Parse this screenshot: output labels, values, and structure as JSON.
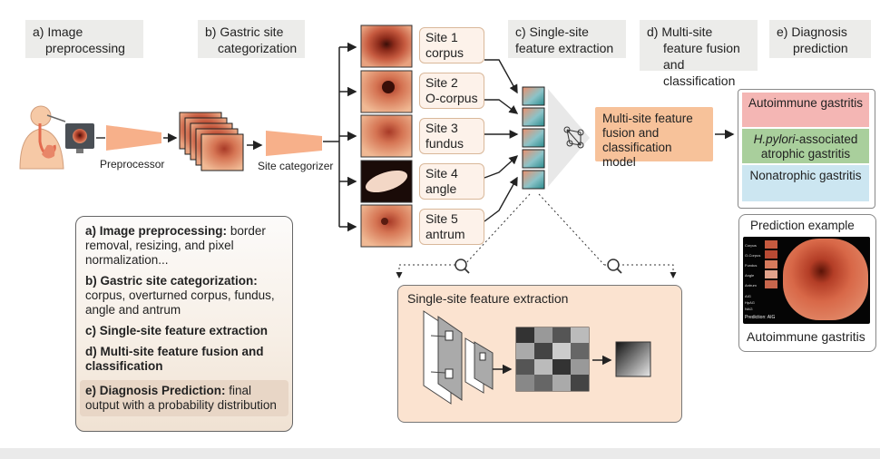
{
  "steps": {
    "a": "a) Image preprocessing",
    "b": "b) Gastric site categorization",
    "c": "c) Single-site feature extraction",
    "d": "d) Multi-site feature fusion and classification",
    "e": "e) Diagnosis prediction"
  },
  "steps_short": {
    "a_1": "a) Image",
    "a_2": "preprocessing",
    "b_1": "b) Gastric site",
    "b_2": "categorization",
    "c_1": "c) Single-site",
    "c_2": "feature extraction",
    "d_1": "d) Multi-site",
    "d_2": "feature fusion",
    "d_3": "and classification",
    "e_1": "e) Diagnosis",
    "e_2": "prediction"
  },
  "captions": {
    "preprocessor": "Preprocessor",
    "site_categorizer": "Site categorizer"
  },
  "sites": [
    {
      "line1": "Site 1",
      "line2": "corpus"
    },
    {
      "line1": "Site 2",
      "line2": "O-corpus"
    },
    {
      "line1": "Site 3",
      "line2": "fundus"
    },
    {
      "line1": "Site 4",
      "line2": "angle"
    },
    {
      "line1": "Site 5",
      "line2": "antrum"
    }
  ],
  "fusion_model": "Multi-site feature fusion and classification model",
  "diagnoses": [
    {
      "label": "Autoimmune gastritis",
      "color": "#f4b6b4"
    },
    {
      "label_italic": "H.pylori",
      "label_rest": "-associated atrophic gastritis",
      "color": "#a9cf9c"
    },
    {
      "label": "Nonatrophic gastritis",
      "color": "#cce6f1"
    }
  ],
  "prediction_example": {
    "title": "Prediction example",
    "result": "Autoimmune gastritis",
    "mini_labels": [
      "Corpus",
      "O-Corpus",
      "Fundus",
      "Angle",
      "Antrum"
    ],
    "mini_scores": [
      "AIG",
      "HpAG",
      "NAG"
    ],
    "mini_pred": "Prediction: AIG"
  },
  "legend": [
    {
      "head": "a) Image preprocessing:",
      "rest": " border removal, resizing, and pixel normalization..."
    },
    {
      "head": "b) Gastric site categorization:",
      "rest": " corpus, overturned corpus, fundus, angle and antrum"
    },
    {
      "head": "c) Single-site feature extraction",
      "rest": ""
    },
    {
      "head": "d) Multi-site feature fusion and classification",
      "rest": ""
    },
    {
      "head": "e) Diagnosis Prediction:",
      "rest": " final output with a probability distribution"
    }
  ],
  "single_site_title": "Single-site feature extraction",
  "colors": {
    "accent_orange": "#f7c29a",
    "panel_peach": "#fbe3d0",
    "step_gray": "#ececea"
  }
}
